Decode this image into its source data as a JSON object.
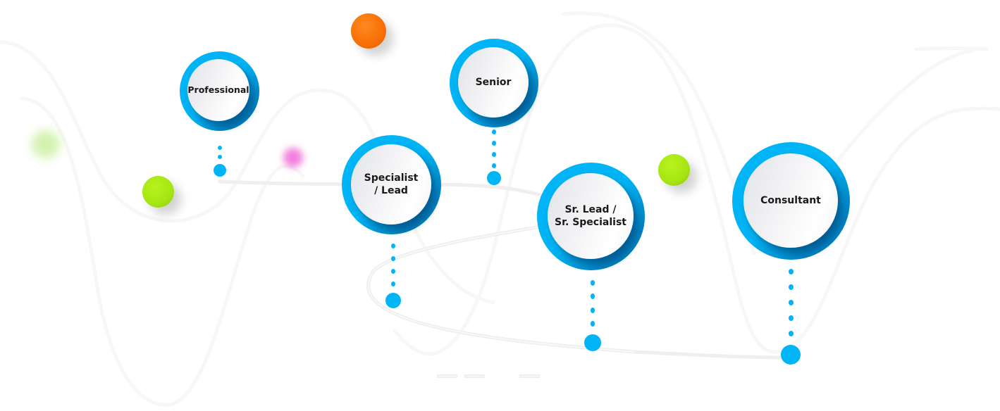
{
  "diagram": {
    "title": "Career path",
    "accent_color": "#00b4f5",
    "stages": [
      {
        "id": "professional",
        "label": "Professional",
        "connector_dots": 2
      },
      {
        "id": "senior",
        "label": "Senior",
        "connector_dots": 4
      },
      {
        "id": "specialist-lead",
        "label": "Specialist\n/ Lead",
        "connector_dots": 4
      },
      {
        "id": "sr-lead-sr-specialist",
        "label": "Sr. Lead /\nSr. Specialist",
        "connector_dots": 4
      },
      {
        "id": "consultant",
        "label": "Consultant",
        "connector_dots": 5
      }
    ],
    "decorations": {
      "orange_ball": "#f76f06",
      "green_ball": "#a6e512",
      "blur_green": "#c9ef9a",
      "blur_pink": "#f06ad6"
    }
  }
}
